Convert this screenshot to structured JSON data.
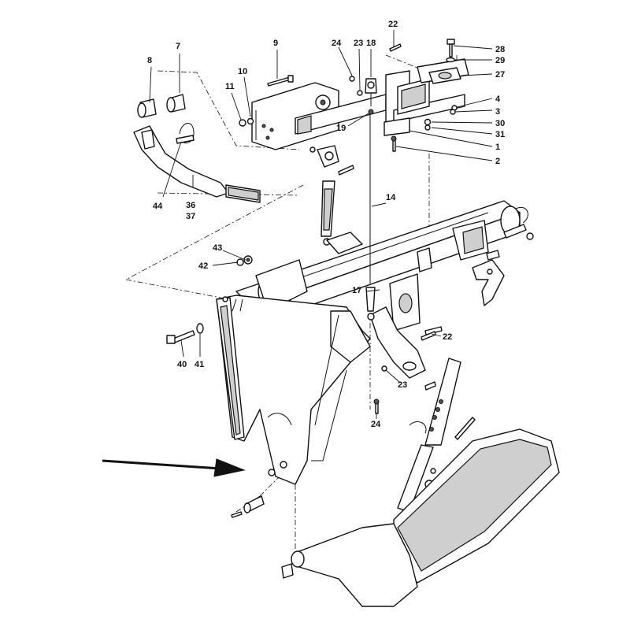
{
  "diagram": {
    "callouts": [
      {
        "id": "c1",
        "text": "1"
      },
      {
        "id": "c2",
        "text": "2"
      },
      {
        "id": "c3",
        "text": "3"
      },
      {
        "id": "c4",
        "text": "4"
      },
      {
        "id": "c7",
        "text": "7"
      },
      {
        "id": "c8",
        "text": "8"
      },
      {
        "id": "c9",
        "text": "9"
      },
      {
        "id": "c10",
        "text": "10"
      },
      {
        "id": "c11",
        "text": "11"
      },
      {
        "id": "c14",
        "text": "14"
      },
      {
        "id": "c17",
        "text": "17"
      },
      {
        "id": "c18",
        "text": "18"
      },
      {
        "id": "c19",
        "text": "19"
      },
      {
        "id": "c22a",
        "text": "22"
      },
      {
        "id": "c22b",
        "text": "22"
      },
      {
        "id": "c23a",
        "text": "23"
      },
      {
        "id": "c23b",
        "text": "23"
      },
      {
        "id": "c24a",
        "text": "24"
      },
      {
        "id": "c24b",
        "text": "24"
      },
      {
        "id": "c27",
        "text": "27"
      },
      {
        "id": "c28",
        "text": "28"
      },
      {
        "id": "c29",
        "text": "29"
      },
      {
        "id": "c30",
        "text": "30"
      },
      {
        "id": "c31",
        "text": "31"
      },
      {
        "id": "c36",
        "text": "36"
      },
      {
        "id": "c37",
        "text": "37"
      },
      {
        "id": "c40",
        "text": "40"
      },
      {
        "id": "c41",
        "text": "41"
      },
      {
        "id": "c42",
        "text": "42"
      },
      {
        "id": "c43",
        "text": "43"
      },
      {
        "id": "c44",
        "text": "44"
      }
    ]
  }
}
